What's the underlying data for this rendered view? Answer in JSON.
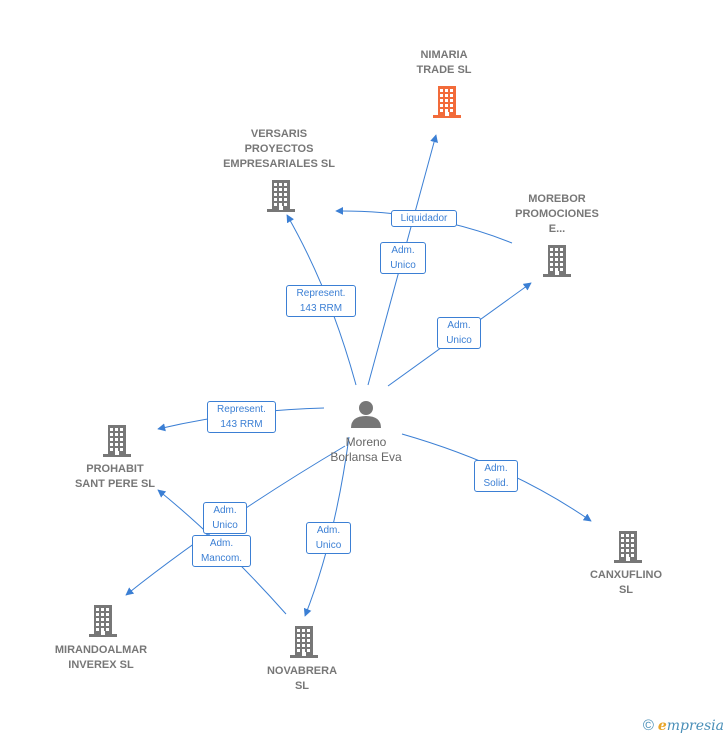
{
  "center": {
    "name": "Moreno\nBorlansa Eva",
    "icon": "person-icon"
  },
  "companies": [
    {
      "id": "nimaria",
      "name": "NIMARIA\nTRADE  SL",
      "highlight": true
    },
    {
      "id": "versaris",
      "name": "VERSARIS\nPROYECTOS\nEMPRESARIALES SL",
      "highlight": false
    },
    {
      "id": "morebor",
      "name": "MOREBOR\nPROMOCIONES\nE...",
      "highlight": false
    },
    {
      "id": "prohabit",
      "name": "PROHABIT\nSANT PERE  SL",
      "highlight": false
    },
    {
      "id": "canxuflino",
      "name": "CANXUFLINO\nSL",
      "highlight": false
    },
    {
      "id": "mirandoalmar",
      "name": "MIRANDOALMAR\nINVEREX SL",
      "highlight": false
    },
    {
      "id": "novabrera",
      "name": "NOVABRERA\nSL",
      "highlight": false
    }
  ],
  "relations": [
    {
      "id": "rel-nimaria",
      "label": "Adm.\nUnico"
    },
    {
      "id": "rel-versaris",
      "label": "Represent.\n143 RRM"
    },
    {
      "id": "rel-morebor-versaris",
      "label": "Liquidador"
    },
    {
      "id": "rel-morebor",
      "label": "Adm.\nUnico"
    },
    {
      "id": "rel-prohabit",
      "label": "Represent.\n143 RRM"
    },
    {
      "id": "rel-canxuflino",
      "label": "Adm.\nSolid."
    },
    {
      "id": "rel-novabrera",
      "label": "Adm.\nUnico"
    },
    {
      "id": "rel-prohabit-2",
      "label": "Adm.\nUnico"
    },
    {
      "id": "rel-mirandoalmar",
      "label": "Adm.\nMancom."
    }
  ],
  "colors": {
    "edge": "#3b7fd4",
    "building": "#777777",
    "highlight": "#f26b3a",
    "person": "#777777"
  },
  "footer": {
    "copyright": "©",
    "brand_e": "e",
    "brand_rest": "mpresia"
  }
}
